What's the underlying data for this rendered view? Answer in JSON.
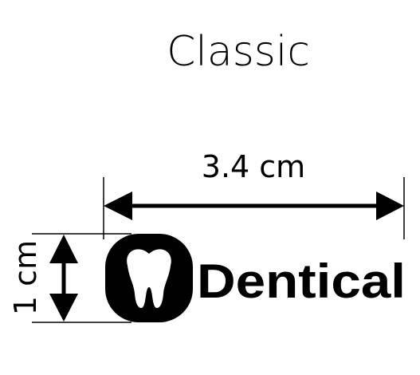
{
  "title": "Classic",
  "dimensions": {
    "width_label": "3.4 cm",
    "height_label": "1 cm"
  },
  "logo": {
    "wordmark": "Dentical",
    "icon": "tooth-icon"
  },
  "colors": {
    "ink": "#000000",
    "background": "#ffffff"
  }
}
